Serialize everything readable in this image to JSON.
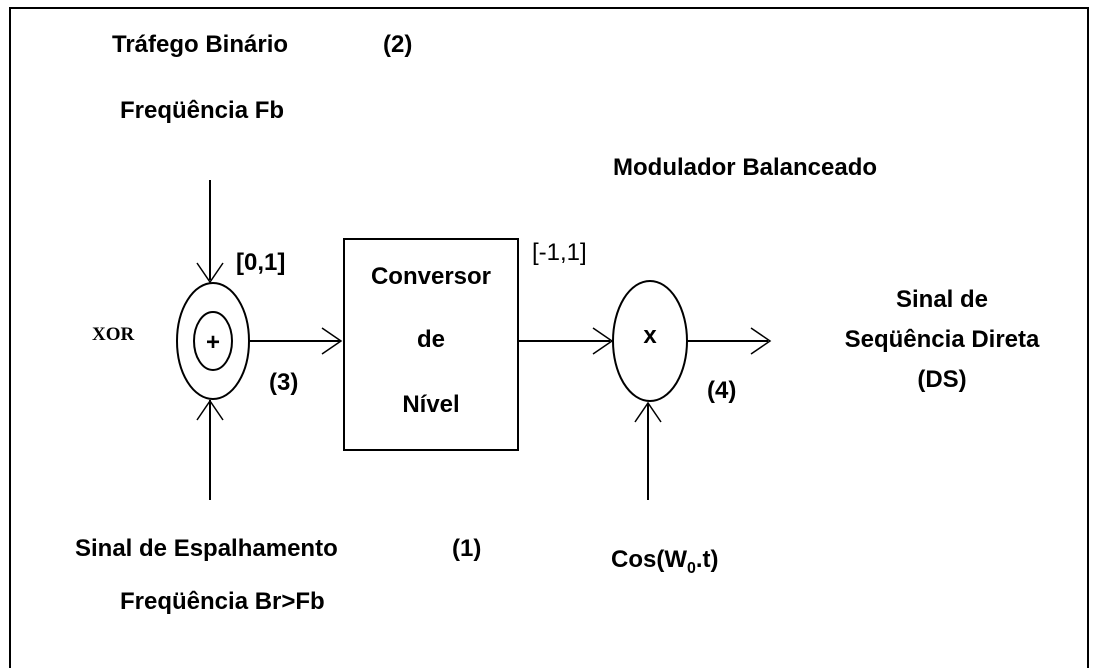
{
  "inputs": {
    "binary_traffic": {
      "title": "Tráfego Binário",
      "tag": "(2)",
      "frequency": "Freqüência Fb"
    },
    "spreading_signal": {
      "title": "Sinal de Espalhamento",
      "tag": "(1)",
      "frequency": "Freqüência Br>Fb"
    }
  },
  "xor": {
    "label": "XOR",
    "symbol": "+",
    "input_range": "[0,1]",
    "output_tag": "(3)"
  },
  "level_converter": {
    "line1": "Conversor",
    "line2": "de",
    "line3": "Nível",
    "output_range": "[-1,1]"
  },
  "modulator": {
    "title": "Modulador Balanceado",
    "symbol": "x",
    "output_tag": "(4)"
  },
  "carrier": {
    "prefix": "Cos(W",
    "subscript": "0",
    "suffix": ".t)"
  },
  "output": {
    "line1": "Sinal de",
    "line2": "Seqüência Direta",
    "line3": "(DS)"
  }
}
